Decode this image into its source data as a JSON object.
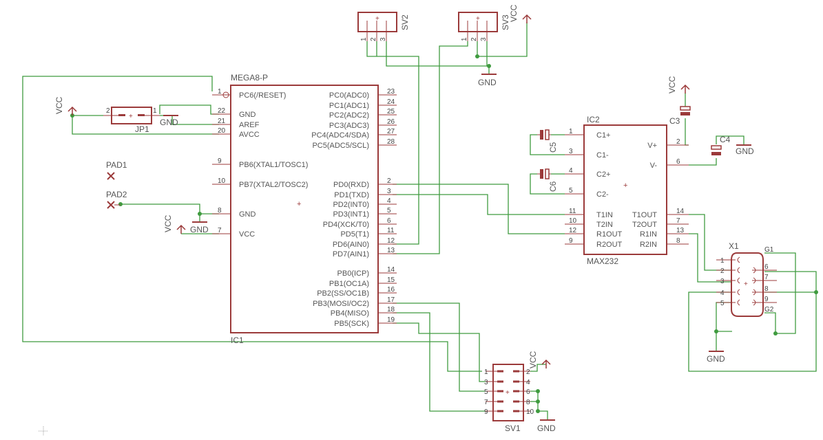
{
  "ic1": {
    "name": "IC1",
    "value": "MEGA8-P",
    "left_pins": [
      {
        "num": "1",
        "label": "PC6(/RESET)"
      },
      {
        "num": "22",
        "label": "GND"
      },
      {
        "num": "21",
        "label": "AREF"
      },
      {
        "num": "20",
        "label": "AVCC"
      },
      {
        "num": "9",
        "label": "PB6(XTAL1/TOSC1)"
      },
      {
        "num": "10",
        "label": "PB7(XTAL2/TOSC2)"
      },
      {
        "num": "8",
        "label": "GND"
      },
      {
        "num": "7",
        "label": "VCC"
      }
    ],
    "right_pins": [
      {
        "num": "23",
        "label": "PC0(ADC0)"
      },
      {
        "num": "24",
        "label": "PC1(ADC1)"
      },
      {
        "num": "25",
        "label": "PC2(ADC2)"
      },
      {
        "num": "26",
        "label": "PC3(ADC3)"
      },
      {
        "num": "27",
        "label": "PC4(ADC4/SDA)"
      },
      {
        "num": "28",
        "label": "PC5(ADC5/SCL)"
      },
      {
        "num": "2",
        "label": "PD0(RXD)"
      },
      {
        "num": "3",
        "label": "PD1(TXD)"
      },
      {
        "num": "4",
        "label": "PD2(INT0)"
      },
      {
        "num": "5",
        "label": "PD3(INT1)"
      },
      {
        "num": "6",
        "label": "PD4(XCK/T0)"
      },
      {
        "num": "11",
        "label": "PD5(T1)"
      },
      {
        "num": "12",
        "label": "PD6(AIN0)"
      },
      {
        "num": "13",
        "label": "PD7(AIN1)"
      },
      {
        "num": "14",
        "label": "PB0(ICP)"
      },
      {
        "num": "15",
        "label": "PB1(OC1A)"
      },
      {
        "num": "16",
        "label": "PB2(SS/OC1B)"
      },
      {
        "num": "17",
        "label": "PB3(MOSI/OC2)"
      },
      {
        "num": "18",
        "label": "PB4(MISO)"
      },
      {
        "num": "19",
        "label": "PB5(SCK)"
      }
    ]
  },
  "ic2": {
    "name": "IC2",
    "value": "MAX232",
    "left_pins": [
      {
        "num": "1",
        "label": "C1+"
      },
      {
        "num": "3",
        "label": "C1-"
      },
      {
        "num": "4",
        "label": "C2+"
      },
      {
        "num": "5",
        "label": "C2-"
      },
      {
        "num": "11",
        "label": "T1IN"
      },
      {
        "num": "10",
        "label": "T2IN"
      },
      {
        "num": "12",
        "label": "R1OUT"
      },
      {
        "num": "9",
        "label": "R2OUT"
      }
    ],
    "right_pins": [
      {
        "num": "2",
        "label": "V+"
      },
      {
        "num": "6",
        "label": "V-"
      },
      {
        "num": "14",
        "label": "T1OUT"
      },
      {
        "num": "7",
        "label": "T2OUT"
      },
      {
        "num": "13",
        "label": "R1IN"
      },
      {
        "num": "8",
        "label": "R2IN"
      }
    ]
  },
  "sv2": {
    "name": "SV2",
    "pins": [
      "1",
      "2",
      "3"
    ]
  },
  "sv3": {
    "name": "SV3",
    "pins": [
      "1",
      "2",
      "3"
    ]
  },
  "sv1": {
    "name": "SV1",
    "left_pins": [
      "1",
      "3",
      "5",
      "7",
      "9"
    ],
    "right_pins": [
      "2",
      "4",
      "6",
      "8",
      "10"
    ]
  },
  "x1": {
    "name": "X1",
    "left_pins": [
      "1",
      "2",
      "3",
      "4",
      "5"
    ],
    "right_pins": [
      "6",
      "7",
      "8",
      "9"
    ],
    "g1": "G1",
    "g2": "G2"
  },
  "jp1": {
    "name": "JP1",
    "pin_left": "2",
    "pin_right": "1"
  },
  "pads": [
    "PAD1",
    "PAD2"
  ],
  "caps": [
    "C3",
    "C4",
    "C5",
    "C6"
  ],
  "supply": {
    "vcc": "VCC",
    "gnd": "GND"
  },
  "colors": {
    "component": "#9b3a3a",
    "wire": "#3f9b3f",
    "text": "#444444"
  }
}
